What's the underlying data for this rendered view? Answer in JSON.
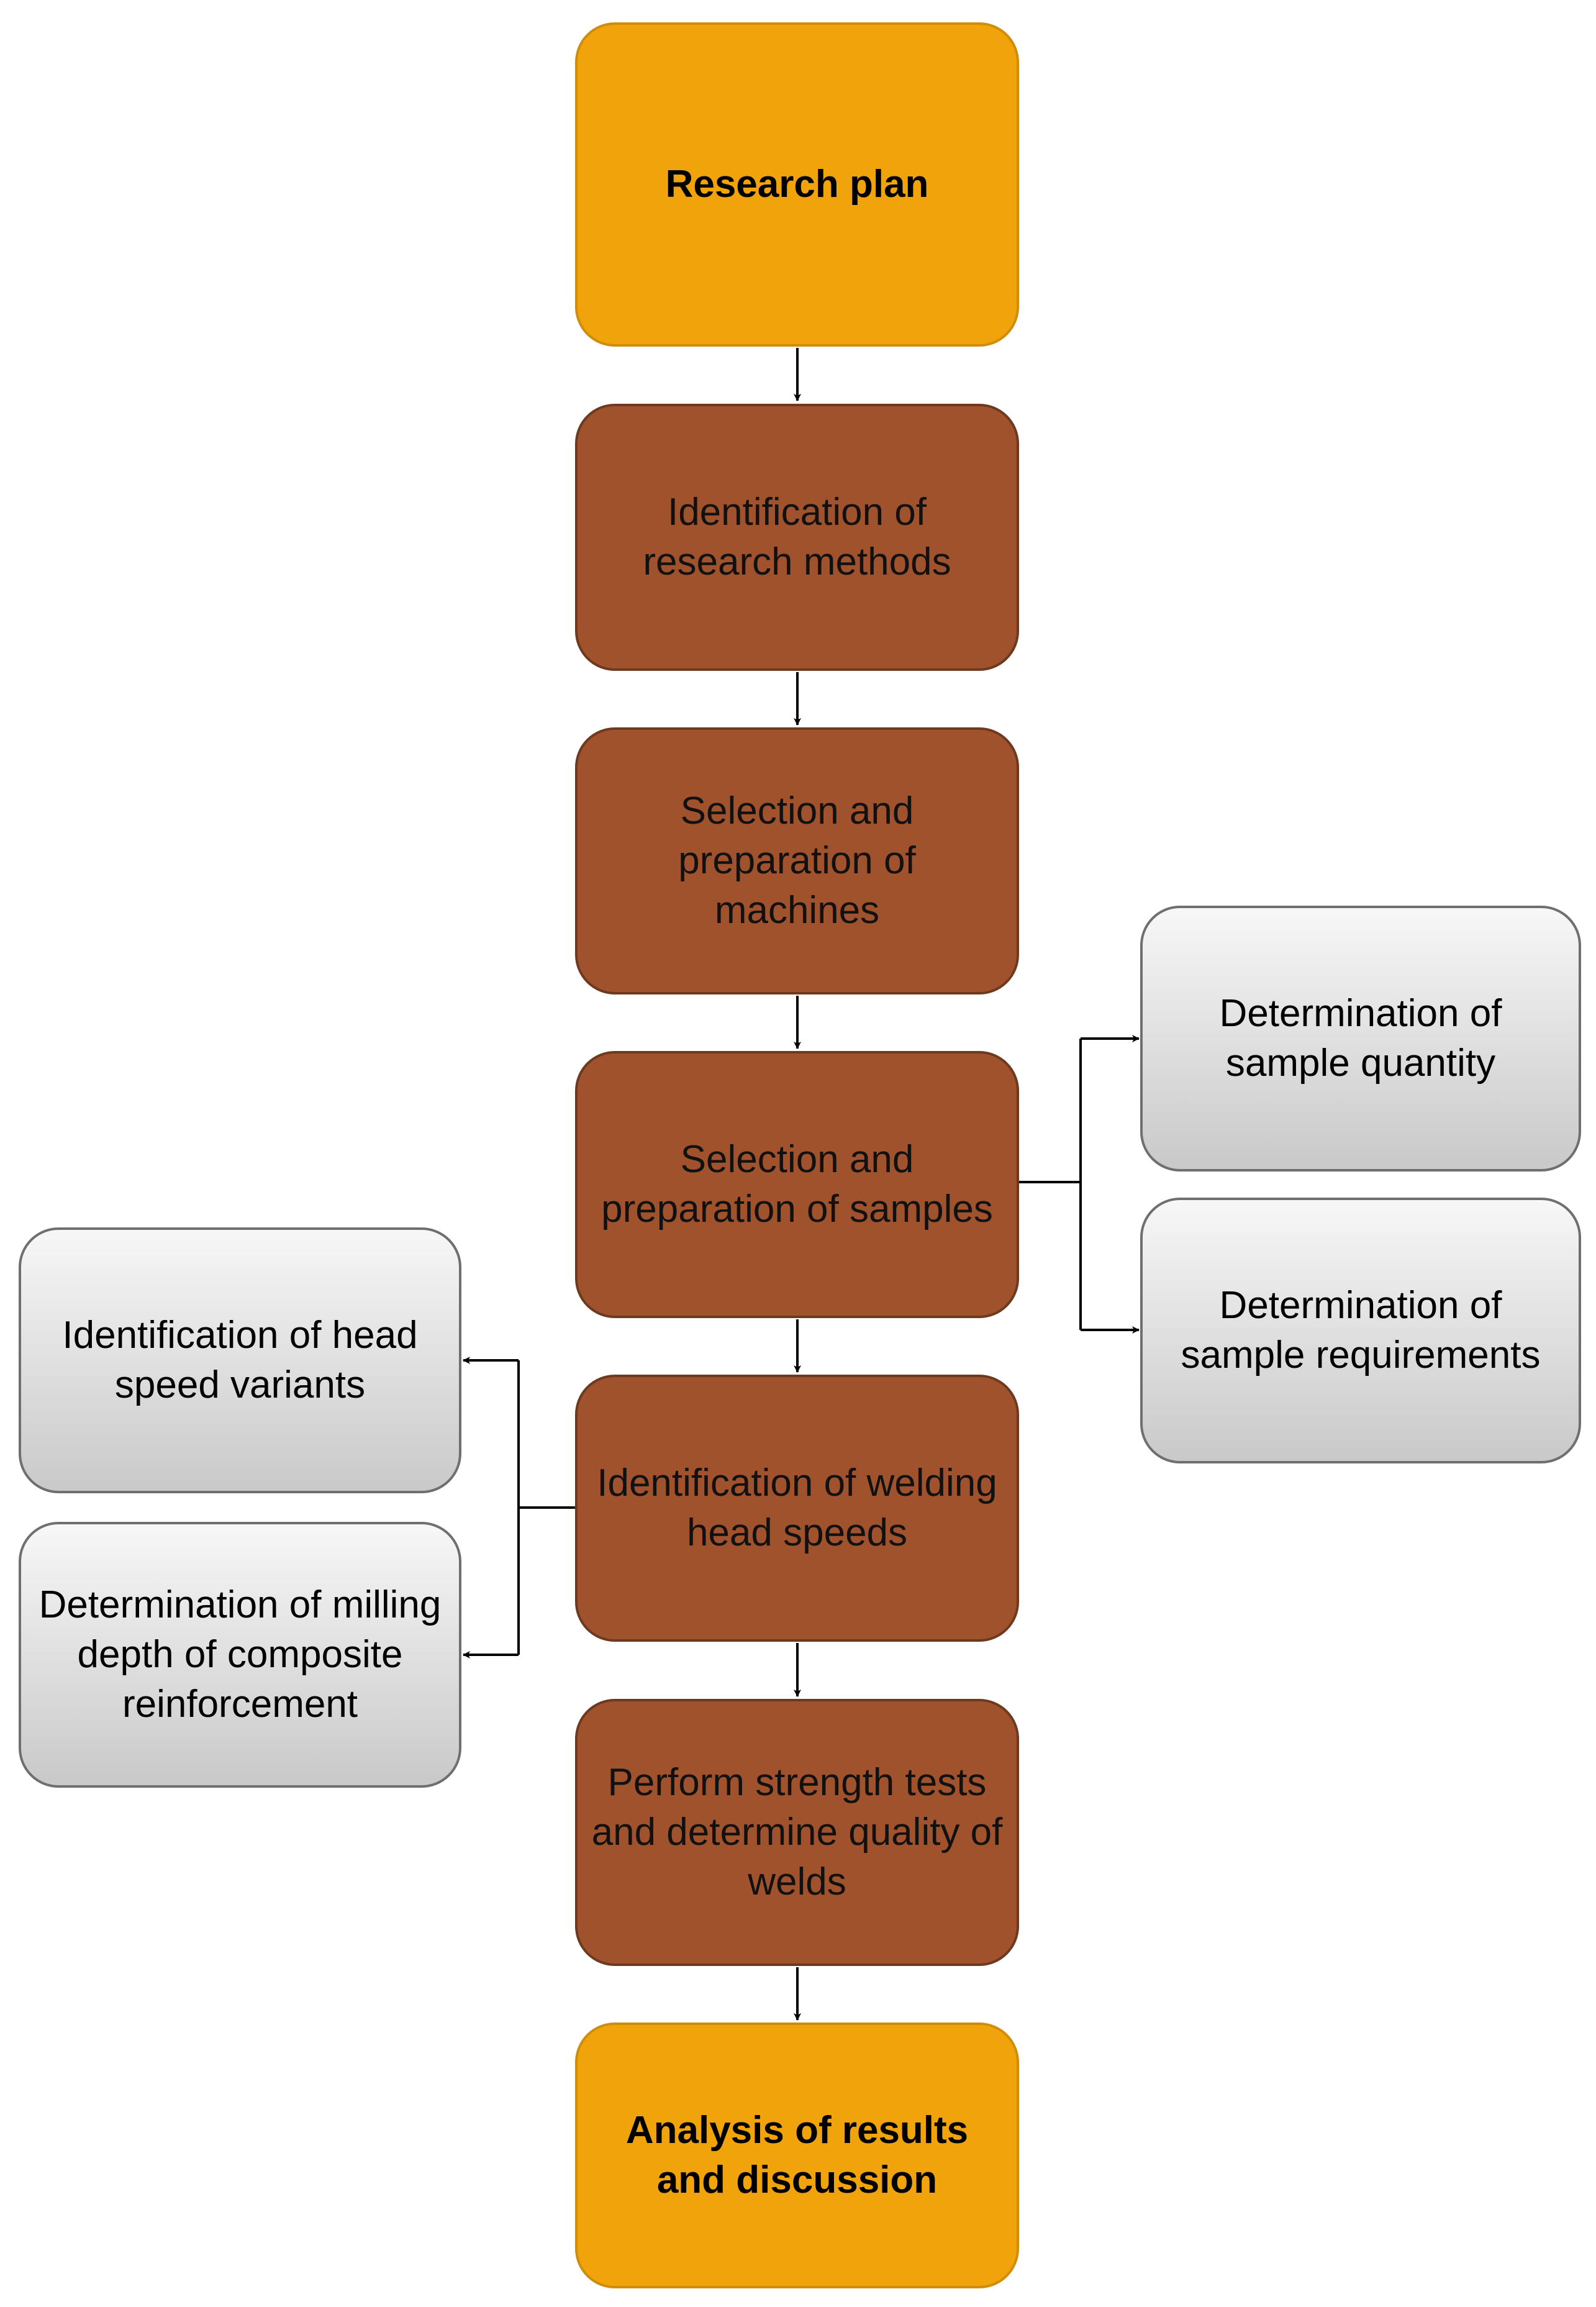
{
  "nodes": {
    "research_plan": "Research plan",
    "identification_methods": "Identification of research methods",
    "selection_machines": "Selection and preparation of machines",
    "selection_samples": "Selection and preparation of samples",
    "welding_head_speeds": "Identification of welding head speeds",
    "strength_tests": "Perform strength tests and determine quality of welds",
    "analysis": "Analysis of results and discussion",
    "sample_quantity": "Determination of sample quantity",
    "sample_requirements": "Determination of sample requirements",
    "head_speed_variants": "Identification of head speed variants",
    "milling_depth": "Determination of milling depth of composite reinforcement"
  },
  "colors": {
    "main_fill": "#a0522d",
    "terminal_fill": "#f0a30a",
    "side_fill": "#e2e2e2",
    "connector": "#000000"
  }
}
